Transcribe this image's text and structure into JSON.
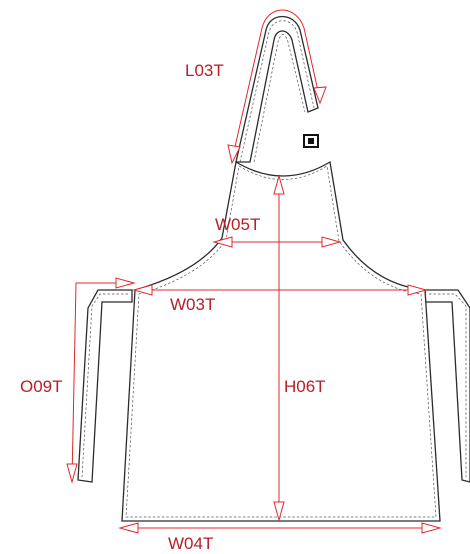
{
  "diagram": {
    "kind": "apron technical flat sketch with measurement points",
    "labels": {
      "l03t": "L03T",
      "w05t": "W05T",
      "w03t": "W03T",
      "o09t": "O09T",
      "h06t": "H06T",
      "w04t": "W04T"
    },
    "colors": {
      "measurement": "#e0282d",
      "label": "#b81e26",
      "outline": "#2b2b2b",
      "stitching": "#555555"
    }
  }
}
